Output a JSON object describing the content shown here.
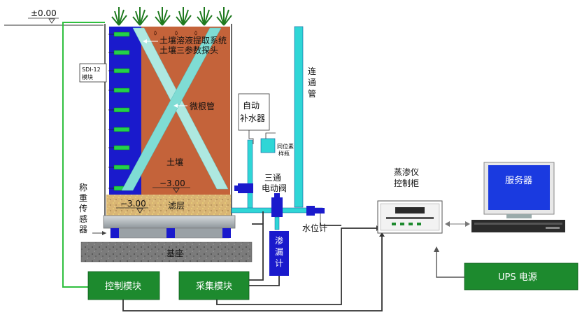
{
  "elevation": {
    "ground": "±0.00",
    "bottom_soil": "−3.00",
    "bottom_filter": "−3.00"
  },
  "column": {
    "probe_label_line1": "土壤溶液提取系统",
    "probe_label_line2": "土壤三参数探头",
    "sdi_label_line1": "SDI-12",
    "sdi_label_line2": "模块",
    "rhizotron_label": "微根管",
    "soil_label": "土壤",
    "filter_label": "滤层",
    "base_label": "基座"
  },
  "weighing_sensor": [
    "称",
    "重",
    "传",
    "感",
    "器"
  ],
  "auto_water_supply": [
    "自动",
    "补水器"
  ],
  "isotope_sampler": [
    "同位素",
    "样瓶"
  ],
  "connecting_tube": [
    "连",
    "通",
    "管"
  ],
  "three_way_valve": [
    "三通",
    "电动阀"
  ],
  "water_level_meter": "水位计",
  "leakage_meter": [
    "渗",
    "漏",
    "计"
  ],
  "control_module": "控制模块",
  "acquisition_module": "采集模块",
  "cabinet_title": [
    "蒸渗仪",
    "控制柜"
  ],
  "server_label": "服务器",
  "ups_label": "UPS 电源",
  "colors": {
    "soil": "#c4633a",
    "blue_strip": "#1a1acc",
    "green_box": "#1d8a2e",
    "cyan_tube": "#2fd6d6",
    "steel": "#b9bfc4",
    "base_gray": "#7c7c7c"
  }
}
